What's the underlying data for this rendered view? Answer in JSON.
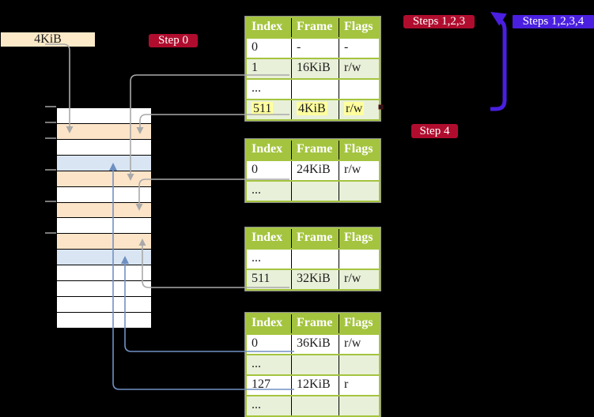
{
  "frame_box": {
    "text": "4KiB"
  },
  "labels": {
    "step0": "Step 0",
    "steps123": "Steps 1,2,3",
    "steps1234": "Steps 1,2,3,4",
    "step4": "Step 4"
  },
  "memory_column": {
    "rows": [
      "white",
      "peach",
      "white",
      "blue",
      "peach",
      "white",
      "peach",
      "white",
      "peach",
      "blue",
      "white",
      "white",
      "white",
      "white"
    ],
    "tick_ys": [
      134,
      154,
      174,
      214,
      254,
      294
    ]
  },
  "tables": [
    {
      "headers": [
        "Index",
        "Frame",
        "Flags"
      ],
      "rows": [
        {
          "cells": [
            "0",
            "-",
            "-"
          ]
        },
        {
          "cells": [
            "1",
            "16KiB",
            "r/w"
          ]
        },
        {
          "cells": [
            "...",
            "",
            ""
          ]
        },
        {
          "cells": [
            "511",
            "4KiB",
            "r/w"
          ],
          "highlight": true
        }
      ]
    },
    {
      "headers": [
        "Index",
        "Frame",
        "Flags"
      ],
      "rows": [
        {
          "cells": [
            "0",
            "24KiB",
            "r/w"
          ]
        },
        {
          "cells": [
            "...",
            "",
            ""
          ]
        }
      ]
    },
    {
      "headers": [
        "Index",
        "Frame",
        "Flags"
      ],
      "rows": [
        {
          "cells": [
            "...",
            "",
            ""
          ]
        },
        {
          "cells": [
            "511",
            "32KiB",
            "r/w"
          ]
        }
      ]
    },
    {
      "headers": [
        "Index",
        "Frame",
        "Flags"
      ],
      "rows": [
        {
          "cells": [
            "0",
            "36KiB",
            "r/w"
          ]
        },
        {
          "cells": [
            "...",
            "",
            ""
          ]
        },
        {
          "cells": [
            "127",
            "12KiB",
            "r"
          ]
        },
        {
          "cells": [
            "...",
            "",
            ""
          ]
        }
      ]
    }
  ],
  "colors": {
    "background": "#000000",
    "frame_box_bg": "#FBE9C7",
    "step_red": "#B00D2E",
    "step_violet": "#4A1FE0",
    "table_header_green": "#A4C43F",
    "table_row_green": "#E9F0D9",
    "highlight_yellow": "#FFFF9E",
    "mem_peach": "#FCE4C8",
    "mem_blue": "#D9E5F3",
    "gray_connector": "#A9A9A9",
    "blue_connector": "#7191C4"
  }
}
